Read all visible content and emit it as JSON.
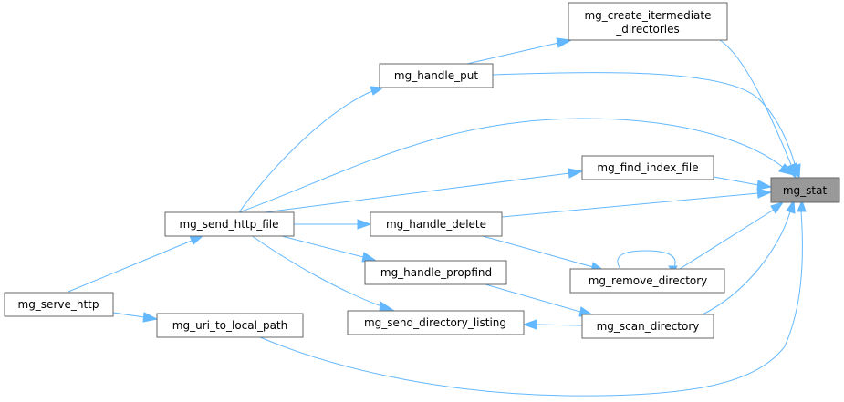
{
  "nodes": {
    "mg_stat": "mg_stat",
    "mg_create_itermediate_directories": [
      "mg_create_itermediate",
      "_directories"
    ],
    "mg_handle_put": "mg_handle_put",
    "mg_find_index_file": "mg_find_index_file",
    "mg_send_http_file": "mg_send_http_file",
    "mg_handle_delete": "mg_handle_delete",
    "mg_remove_directory": "mg_remove_directory",
    "mg_handle_propfind": "mg_handle_propfind",
    "mg_serve_http": "mg_serve_http",
    "mg_uri_to_local_path": "mg_uri_to_local_path",
    "mg_send_directory_listing": "mg_send_directory_listing",
    "mg_scan_directory": "mg_scan_directory"
  },
  "colors": {
    "edge": "#63b8ff",
    "root_fill": "#999999",
    "node_border": "#666666"
  }
}
